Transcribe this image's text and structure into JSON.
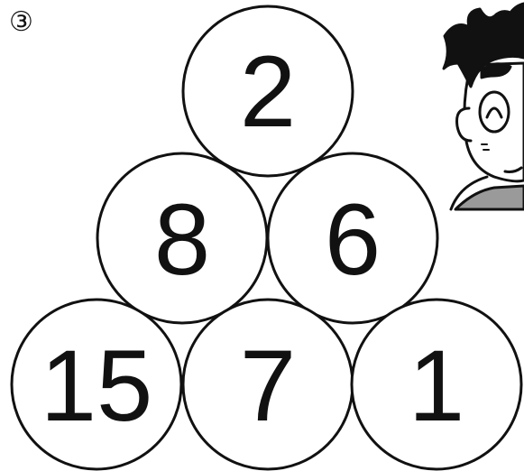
{
  "problem_label": "③",
  "pyramid": {
    "top": [
      "2"
    ],
    "middle": [
      "8",
      "6"
    ],
    "bottom": [
      "15",
      "7",
      "1"
    ]
  },
  "illustration": {
    "icon": "cartoon-boy-face-icon"
  },
  "colors": {
    "ink": "#111111",
    "paper": "#ffffff",
    "shirt": "#9a9a9a"
  }
}
